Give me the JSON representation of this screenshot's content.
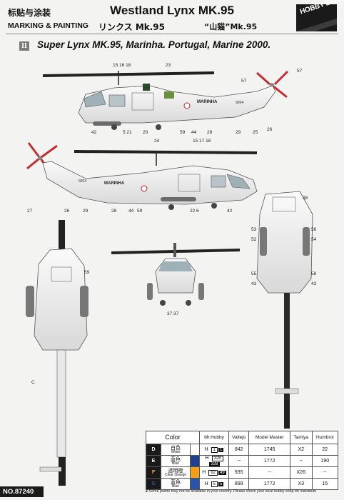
{
  "header": {
    "title_cn": "标贴与涂装",
    "title_en": "MARKING & PAINTING",
    "main_title": "Westland Lynx MK.95",
    "title_jp": "リンクス Mk.95",
    "title_cn2": "“山猫”Mk.95",
    "logo_text": "HOBBY BOSS"
  },
  "step": {
    "number": "II",
    "subtitle": "Super Lynx MK.95, Marinha. Portugal, Marine 2000."
  },
  "aircraft": {
    "marking": "MARINHA",
    "serial": "9204"
  },
  "callouts": {
    "top_side": [
      {
        "label": "15 16 18"
      },
      {
        "label": "23"
      },
      {
        "label": "57"
      },
      {
        "label": "57"
      },
      {
        "label": "42"
      },
      {
        "label": "5 21"
      },
      {
        "label": "20"
      },
      {
        "label": "59"
      },
      {
        "label": "44"
      },
      {
        "label": "28"
      },
      {
        "label": "29"
      },
      {
        "label": "25"
      },
      {
        "label": "26"
      },
      {
        "label": "24"
      },
      {
        "label": "15 17 18"
      }
    ],
    "bottom_side": [
      {
        "label": "27"
      },
      {
        "label": "26"
      },
      {
        "label": "29"
      },
      {
        "label": "28"
      },
      {
        "label": "44"
      },
      {
        "label": "59"
      },
      {
        "label": "22 6"
      },
      {
        "label": "42"
      }
    ],
    "front": [
      {
        "label": "37 37"
      }
    ],
    "top_view": [
      {
        "label": "59"
      },
      {
        "label": "C"
      }
    ],
    "bottom_view": [
      {
        "label": "38"
      },
      {
        "label": "53"
      },
      {
        "label": "52"
      },
      {
        "label": "55"
      },
      {
        "label": "43"
      },
      {
        "label": "56"
      },
      {
        "label": "54"
      },
      {
        "label": "58"
      },
      {
        "label": "43"
      }
    ]
  },
  "color_table": {
    "headers": [
      "Color",
      "Mr.Hobby",
      "Vallejo",
      "Model Master",
      "Tamiya",
      "Humbrol"
    ],
    "rows": [
      {
        "code": "D",
        "code_color": "#ffffff",
        "name_cn": "白色",
        "name_en": "White",
        "swatch": "#ffffff",
        "mrhobby": "H",
        "mr_a": "1",
        "mr_b": "1",
        "vallejo": "842",
        "model_master": "1745",
        "tamiya": "X2",
        "humbrol": "22"
      },
      {
        "code": "E",
        "code_color": "#ffffff",
        "name_cn": "蓝色",
        "name_en": "Blue",
        "swatch": "#1f3f8f",
        "mrhobby": "H",
        "mr_a": "328",
        "mr_b": "328",
        "vallejo": "--",
        "model_master": "1772",
        "tamiya": "--",
        "humbrol": "190"
      },
      {
        "code": "F",
        "code_color": "#f2b01b",
        "name_cn": "透明橙",
        "name_en": "Clear Orange",
        "swatch": "#f2a01b",
        "mrhobby": "H",
        "mr_a": "92",
        "mr_b": "49",
        "vallejo": "935",
        "model_master": "--",
        "tamiya": "X26",
        "humbrol": "--"
      },
      {
        "code": "G",
        "code_color": "#2a53a8",
        "name_cn": "蓝色",
        "name_en": "Blue",
        "swatch": "#2a53a8",
        "mrhobby": "H",
        "mr_a": "5",
        "mr_b": "5",
        "vallejo": "899",
        "model_master": "1772",
        "tamiya": "X3",
        "humbrol": "15"
      }
    ]
  },
  "footer": {
    "number": "NO.87240",
    "note": "Some paints may not be available in your country. Please check your local hobby shop for substitute"
  }
}
